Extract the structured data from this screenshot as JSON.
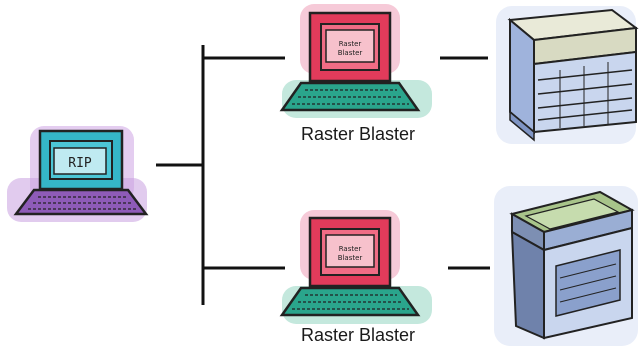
{
  "rip_laptop": {
    "screen_text": "RIP"
  },
  "raster_blasters": [
    {
      "label": "Raster Blaster",
      "screen_text": "Raster Blaster"
    },
    {
      "label": "Raster Blaster",
      "screen_text": "Raster Blaster"
    }
  ],
  "colors": {
    "rip_screen": "#35b6c8",
    "rip_keyboard": "#8e5bb8",
    "blaster_screen": "#e23b5b",
    "blaster_keyboard": "#2aa58c",
    "printer_body": "#c9d6ee",
    "printer_top": "#a8c48a"
  }
}
